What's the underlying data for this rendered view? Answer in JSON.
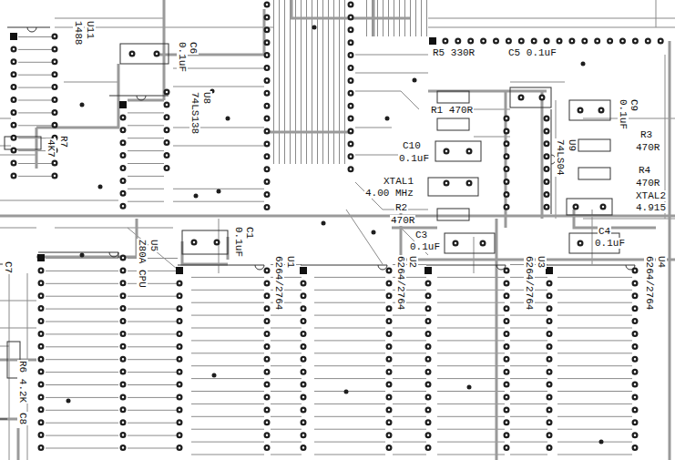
{
  "diagram": {
    "labels": [
      "U11",
      "1488",
      "C6",
      "0.1uF",
      "U8",
      "74LS138",
      "R7",
      "4K7",
      "R5 330R",
      "C5 0.1uF",
      "R1 470R",
      "C9",
      "0.1uF",
      "R3",
      "470R",
      "C10",
      "0.1uF",
      "U9",
      "74LS04",
      "R4",
      "470R",
      "XTAL1",
      "4.00 MHz",
      "XTAL2",
      "4.915",
      "R2",
      "470R",
      "C3",
      "0.1uF",
      "C4",
      "0.1uF",
      "C1",
      "0.1uF",
      "U5",
      "Z80A CPU",
      "U1",
      "6264/2764",
      "U2",
      "6264/2764",
      "U3",
      "6264/2764",
      "U4",
      "6264/2764",
      "C7",
      "R6 4.2K",
      "C8"
    ]
  }
}
